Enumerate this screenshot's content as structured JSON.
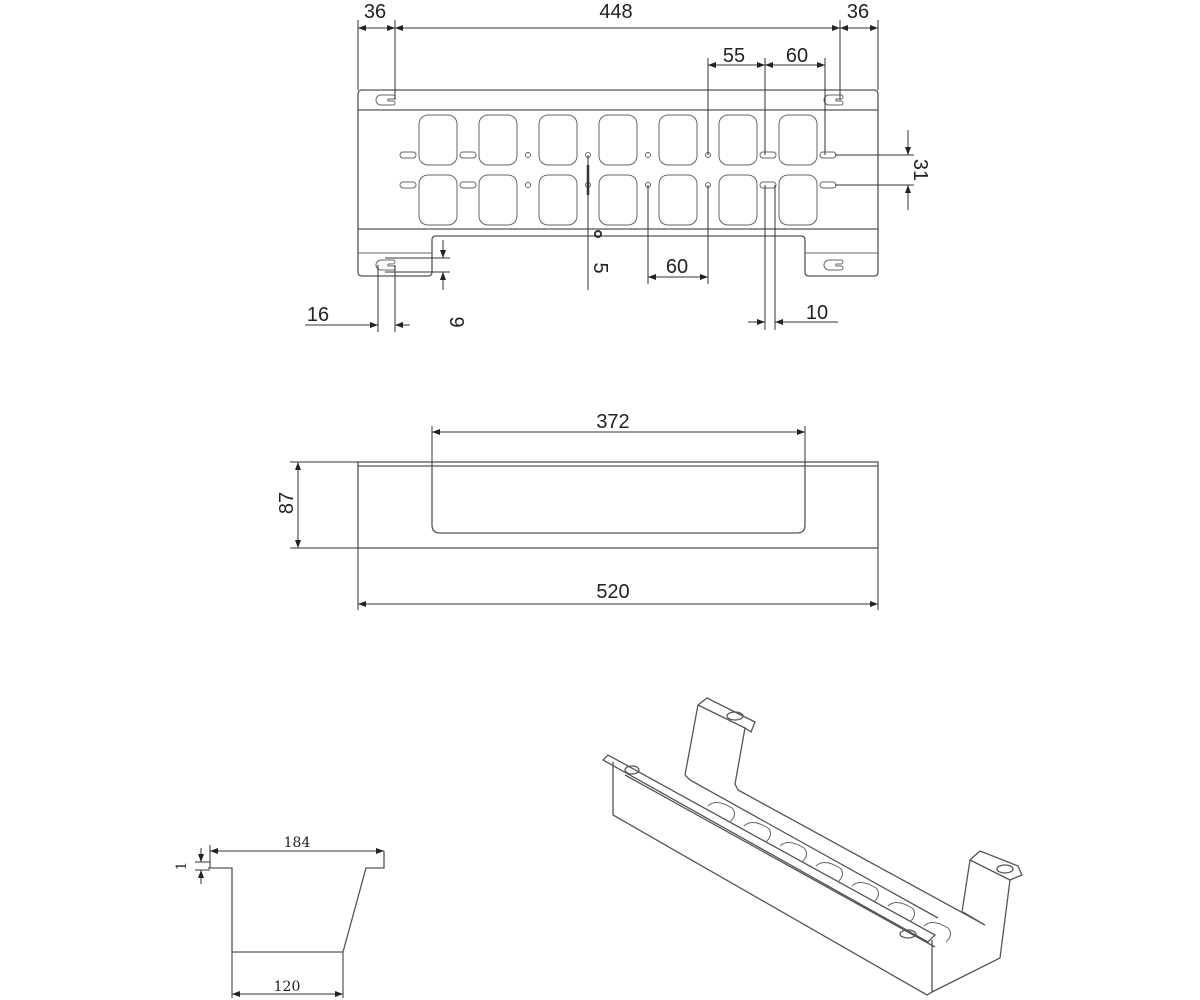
{
  "top_view": {
    "dims": {
      "left_margin": "36",
      "span": "448",
      "right_margin": "36",
      "spacing_a": "55",
      "spacing_b": "60",
      "row_pitch": "31",
      "offset_5": "5",
      "spacing_c": "60",
      "keyhole_16": "16",
      "keyhole_9": "9",
      "slot_10": "10"
    }
  },
  "front_view": {
    "dims": {
      "window": "372",
      "height": "87",
      "length": "520"
    }
  },
  "profile_view": {
    "dims": {
      "top_width": "184",
      "lip": "1",
      "bottom_width": "120"
    }
  },
  "colors": {
    "line": "#555555",
    "background": "#ffffff"
  }
}
